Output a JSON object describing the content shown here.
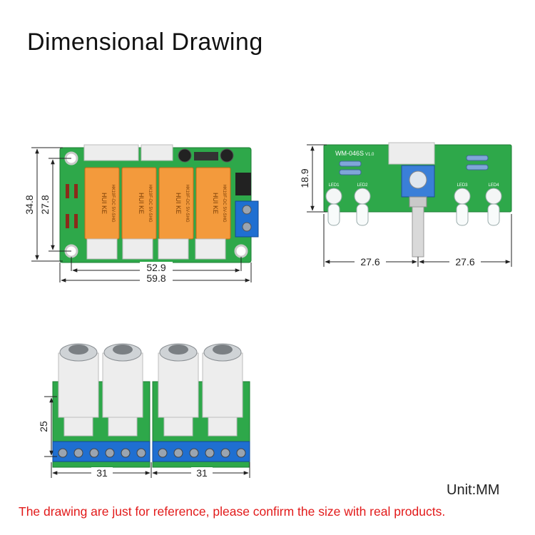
{
  "title": "Dimensional Drawing",
  "unit_label": "Unit:MM",
  "note": "The drawing are just for reference, please confirm the size with real products.",
  "board1": {
    "height_outer": "34.8",
    "height_inner": "27.8",
    "width_inner": "52.9",
    "width_outer": "59.8",
    "relay_text": "HUI KE",
    "silk_label": "HK19F-DC 5V-SHG"
  },
  "board2": {
    "height": "18.9",
    "width_left": "27.6",
    "width_right": "27.6",
    "silk_label": "WM-046S",
    "silk_version": "V1.0",
    "led_labels": [
      "LED1",
      "LED2",
      "LED3",
      "LED4"
    ]
  },
  "board3": {
    "height": "25",
    "width_left": "31",
    "width_right": "31"
  },
  "colors": {
    "pcb": "#2ea84a",
    "relay": "#f39a3c",
    "terminal": "#1f6fd1",
    "header": "#ededed",
    "dim_line": "#222222",
    "note_red": "#e21a1a"
  }
}
